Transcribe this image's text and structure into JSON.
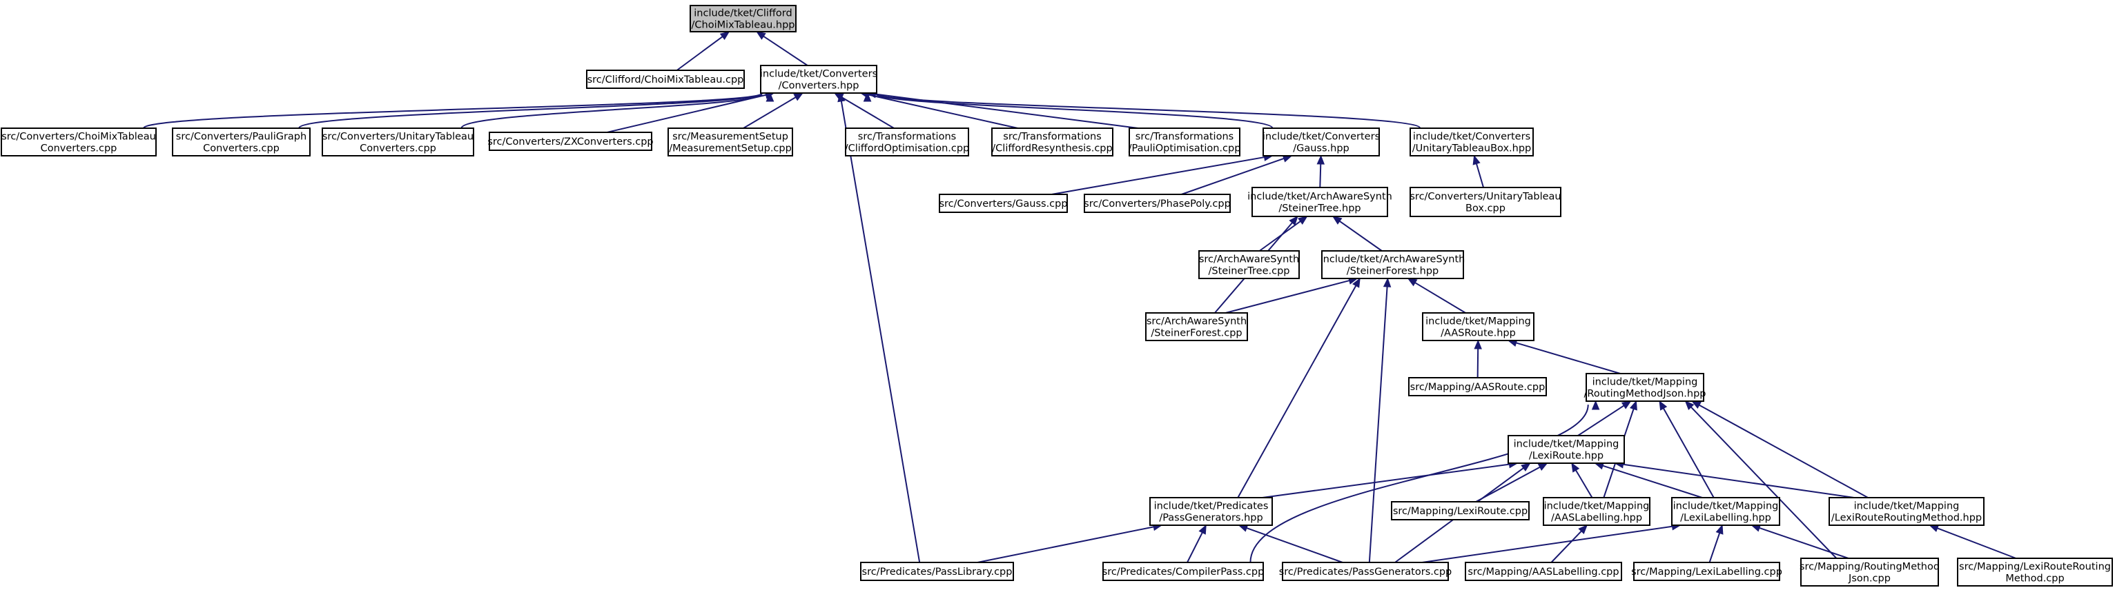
{
  "diagram": {
    "type": "include-dependency-graph",
    "colors": {
      "edge": "#191970",
      "node_border": "#000000",
      "root_fill": "#bfbfbf",
      "node_fill": "#ffffff"
    },
    "nodes": [
      {
        "id": "choimix_hpp",
        "lines": [
          "include/tket/Clifford",
          "/ChoiMixTableau.hpp"
        ]
      },
      {
        "id": "choimix_cpp",
        "lines": [
          "src/Clifford/ChoiMixTableau.cpp"
        ]
      },
      {
        "id": "converters_hpp",
        "lines": [
          "include/tket/Converters",
          "/Converters.hpp"
        ]
      },
      {
        "id": "conv_choimix_cpp",
        "lines": [
          "src/Converters/ChoiMixTableau",
          "Converters.cpp"
        ]
      },
      {
        "id": "conv_pauligraph_cpp",
        "lines": [
          "src/Converters/PauliGraph",
          "Converters.cpp"
        ]
      },
      {
        "id": "conv_unitary_cpp",
        "lines": [
          "src/Converters/UnitaryTableau",
          "Converters.cpp"
        ]
      },
      {
        "id": "zxconverters_cpp",
        "lines": [
          "src/Converters/ZXConverters.cpp"
        ]
      },
      {
        "id": "measurementsetup_cpp",
        "lines": [
          "src/MeasurementSetup",
          "/MeasurementSetup.cpp"
        ]
      },
      {
        "id": "cliffordopt_cpp",
        "lines": [
          "src/Transformations",
          "/CliffordOptimisation.cpp"
        ]
      },
      {
        "id": "cliffordresynth_cpp",
        "lines": [
          "src/Transformations",
          "/CliffordResynthesis.cpp"
        ]
      },
      {
        "id": "pauliopt_cpp",
        "lines": [
          "src/Transformations",
          "/PauliOptimisation.cpp"
        ]
      },
      {
        "id": "gauss_hpp",
        "lines": [
          "include/tket/Converters",
          "/Gauss.hpp"
        ]
      },
      {
        "id": "unitarybox_hpp",
        "lines": [
          "include/tket/Converters",
          "/UnitaryTableauBox.hpp"
        ]
      },
      {
        "id": "gauss_cpp",
        "lines": [
          "src/Converters/Gauss.cpp"
        ]
      },
      {
        "id": "phasepoly_cpp",
        "lines": [
          "src/Converters/PhasePoly.cpp"
        ]
      },
      {
        "id": "steinertree_hpp",
        "lines": [
          "include/tket/ArchAwareSynth",
          "/SteinerTree.hpp"
        ]
      },
      {
        "id": "unitarybox_cpp",
        "lines": [
          "src/Converters/UnitaryTableau",
          "Box.cpp"
        ]
      },
      {
        "id": "steinertree_cpp",
        "lines": [
          "src/ArchAwareSynth",
          "/SteinerTree.cpp"
        ]
      },
      {
        "id": "steinerforest_hpp",
        "lines": [
          "include/tket/ArchAwareSynth",
          "/SteinerForest.hpp"
        ]
      },
      {
        "id": "steinerforest_cpp",
        "lines": [
          "src/ArchAwareSynth",
          "/SteinerForest.cpp"
        ]
      },
      {
        "id": "aasroute_hpp",
        "lines": [
          "include/tket/Mapping",
          "/AASRoute.hpp"
        ]
      },
      {
        "id": "aasroute_cpp",
        "lines": [
          "src/Mapping/AASRoute.cpp"
        ]
      },
      {
        "id": "routingjson_hpp",
        "lines": [
          "include/tket/Mapping",
          "/RoutingMethodJson.hpp"
        ]
      },
      {
        "id": "lexiroute_hpp",
        "lines": [
          "include/tket/Mapping",
          "/LexiRoute.hpp"
        ]
      },
      {
        "id": "passgen_hpp",
        "lines": [
          "include/tket/Predicates",
          "/PassGenerators.hpp"
        ]
      },
      {
        "id": "lexiroute_cpp",
        "lines": [
          "src/Mapping/LexiRoute.cpp"
        ]
      },
      {
        "id": "aaslabelling_hpp",
        "lines": [
          "include/tket/Mapping",
          "/AASLabelling.hpp"
        ]
      },
      {
        "id": "lexilabelling_hpp",
        "lines": [
          "include/tket/Mapping",
          "/LexiLabelling.hpp"
        ]
      },
      {
        "id": "lexiroutingmethod_hpp",
        "lines": [
          "include/tket/Mapping",
          "/LexiRouteRoutingMethod.hpp"
        ]
      },
      {
        "id": "passlibrary_cpp",
        "lines": [
          "src/Predicates/PassLibrary.cpp"
        ]
      },
      {
        "id": "compilerpass_cpp",
        "lines": [
          "src/Predicates/CompilerPass.cpp"
        ]
      },
      {
        "id": "passgen_cpp",
        "lines": [
          "src/Predicates/PassGenerators.cpp"
        ]
      },
      {
        "id": "aaslabelling_cpp",
        "lines": [
          "src/Mapping/AASLabelling.cpp"
        ]
      },
      {
        "id": "lexilabelling_cpp",
        "lines": [
          "src/Mapping/LexiLabelling.cpp"
        ]
      },
      {
        "id": "routingjson_cpp",
        "lines": [
          "src/Mapping/RoutingMethod",
          "Json.cpp"
        ]
      },
      {
        "id": "lexiroutingmethod_cpp",
        "lines": [
          "src/Mapping/LexiRouteRouting",
          "Method.cpp"
        ]
      }
    ],
    "edges": [
      [
        "choimix_hpp",
        "choimix_cpp"
      ],
      [
        "choimix_hpp",
        "converters_hpp"
      ],
      [
        "converters_hpp",
        "conv_choimix_cpp"
      ],
      [
        "converters_hpp",
        "conv_pauligraph_cpp"
      ],
      [
        "converters_hpp",
        "conv_unitary_cpp"
      ],
      [
        "converters_hpp",
        "zxconverters_cpp"
      ],
      [
        "converters_hpp",
        "measurementsetup_cpp"
      ],
      [
        "converters_hpp",
        "cliffordopt_cpp"
      ],
      [
        "converters_hpp",
        "cliffordresynth_cpp"
      ],
      [
        "converters_hpp",
        "pauliopt_cpp"
      ],
      [
        "converters_hpp",
        "gauss_hpp"
      ],
      [
        "converters_hpp",
        "unitarybox_hpp"
      ],
      [
        "converters_hpp",
        "passlibrary_cpp"
      ],
      [
        "gauss_hpp",
        "gauss_cpp"
      ],
      [
        "gauss_hpp",
        "phasepoly_cpp"
      ],
      [
        "gauss_hpp",
        "steinertree_hpp"
      ],
      [
        "unitarybox_hpp",
        "unitarybox_cpp"
      ],
      [
        "steinertree_hpp",
        "steinertree_cpp"
      ],
      [
        "steinertree_hpp",
        "steinerforest_hpp"
      ],
      [
        "steinertree_hpp",
        "steinerforest_cpp"
      ],
      [
        "steinerforest_hpp",
        "steinerforest_cpp"
      ],
      [
        "steinerforest_hpp",
        "aasroute_hpp"
      ],
      [
        "steinerforest_hpp",
        "passgen_hpp"
      ],
      [
        "steinerforest_hpp",
        "passgen_cpp"
      ],
      [
        "aasroute_hpp",
        "aasroute_cpp"
      ],
      [
        "aasroute_hpp",
        "routingjson_hpp"
      ],
      [
        "routingjson_hpp",
        "lexiroute_hpp"
      ],
      [
        "routingjson_hpp",
        "aaslabelling_hpp"
      ],
      [
        "routingjson_hpp",
        "lexilabelling_hpp"
      ],
      [
        "routingjson_hpp",
        "lexiroutingmethod_hpp"
      ],
      [
        "routingjson_hpp",
        "compilerpass_cpp"
      ],
      [
        "routingjson_hpp",
        "routingjson_cpp"
      ],
      [
        "lexiroute_hpp",
        "passgen_hpp"
      ],
      [
        "lexiroute_hpp",
        "lexiroute_cpp"
      ],
      [
        "lexiroute_hpp",
        "aaslabelling_hpp"
      ],
      [
        "lexiroute_hpp",
        "lexilabelling_hpp"
      ],
      [
        "lexiroute_hpp",
        "lexiroutingmethod_hpp"
      ],
      [
        "lexiroute_hpp",
        "passgen_cpp"
      ],
      [
        "passgen_hpp",
        "passlibrary_cpp"
      ],
      [
        "passgen_hpp",
        "compilerpass_cpp"
      ],
      [
        "passgen_hpp",
        "passgen_cpp"
      ],
      [
        "aaslabelling_hpp",
        "aaslabelling_cpp"
      ],
      [
        "lexilabelling_hpp",
        "passgen_cpp"
      ],
      [
        "lexilabelling_hpp",
        "lexilabelling_cpp"
      ],
      [
        "lexilabelling_hpp",
        "routingjson_cpp"
      ],
      [
        "lexiroutingmethod_hpp",
        "lexiroutingmethod_cpp"
      ]
    ]
  }
}
